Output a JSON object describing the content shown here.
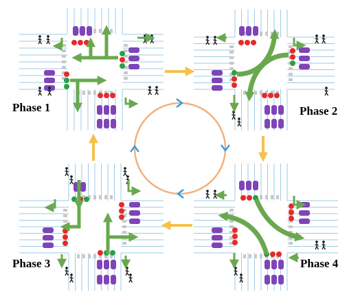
{
  "phases": [
    {
      "label": "Phase 1"
    },
    {
      "label": "Phase 2"
    },
    {
      "label": "Phase 3"
    },
    {
      "label": "Phase 4"
    }
  ],
  "colors": {
    "road_line": "#9ec9e6",
    "green_arrow": "#6aa84f",
    "flow_arrow": "#f6c04a",
    "cycle_ring": "#f3b07a",
    "cycle_arrow": "#2d9fe0",
    "vehicle": "#7e44b8",
    "signal_red": "#e32b2b",
    "signal_green": "#27a046",
    "crosswalk": "#c8c8c8"
  }
}
